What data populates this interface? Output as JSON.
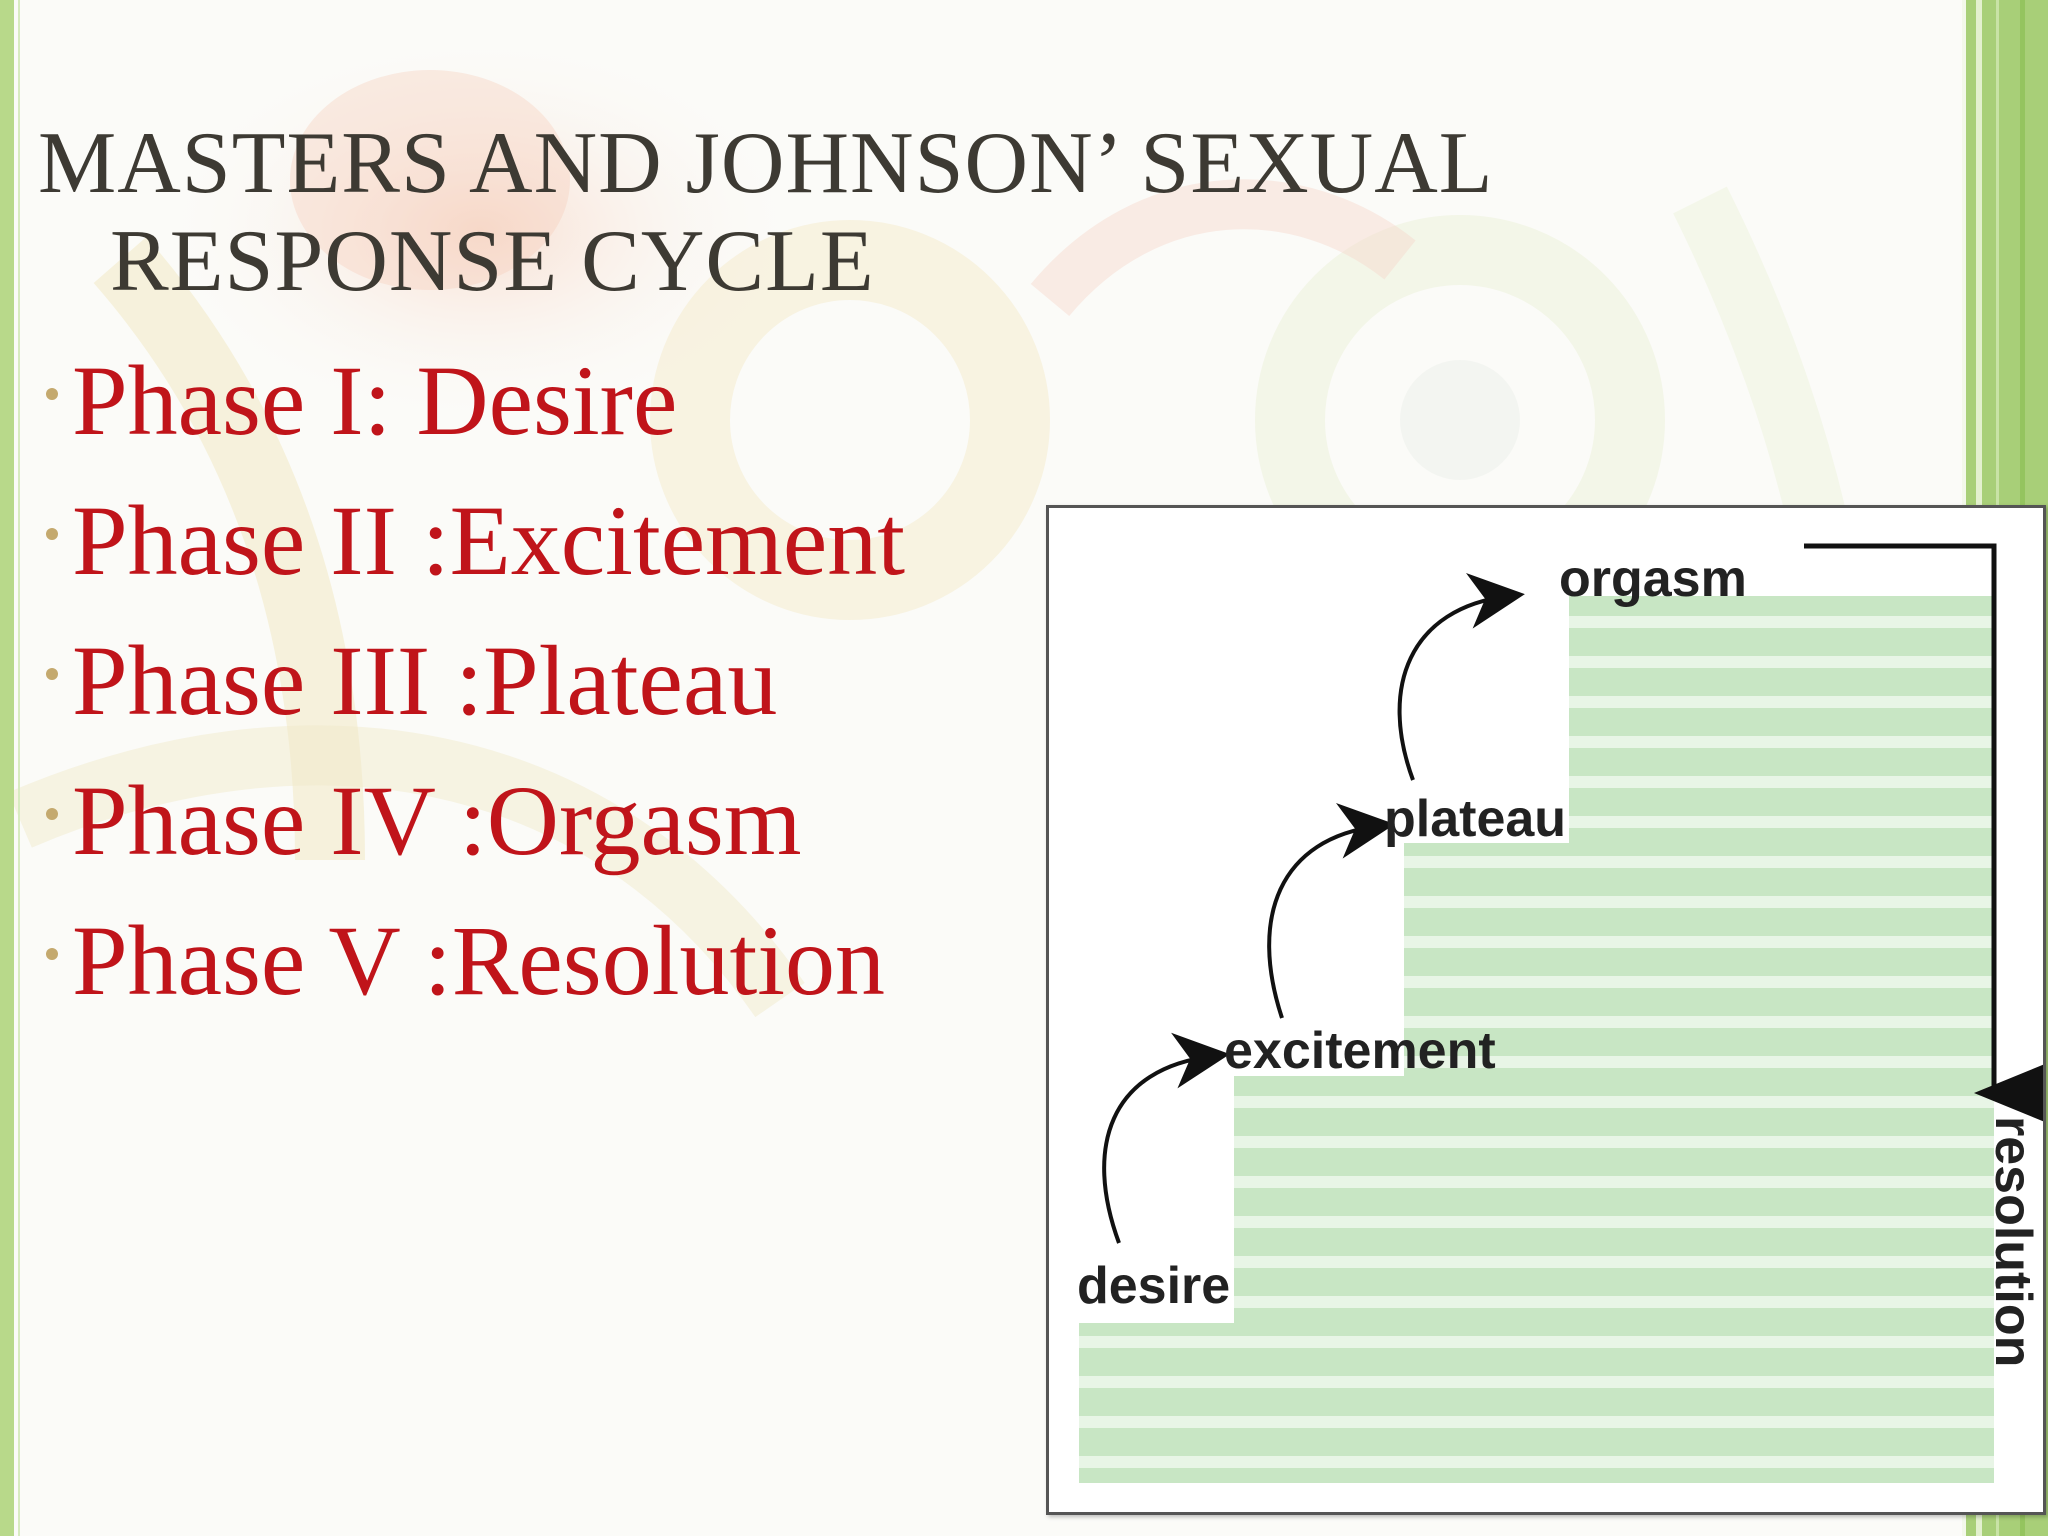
{
  "slide": {
    "title_line1": "MASTERS AND JOHNSON’ SEXUAL",
    "title_line2": "RESPONSE CYCLE",
    "phases": [
      "Phase I: Desire",
      "Phase II :Excitement",
      "Phase III :Plateau",
      "Phase IV :Orgasm",
      "Phase V :Resolution"
    ]
  },
  "diagram": {
    "steps": [
      "desire",
      "excitement",
      "plateau",
      "orgasm"
    ],
    "return_label": "resolution"
  },
  "colors": {
    "title": "#3d3a33",
    "phase_text": "#c0141a",
    "bullet": "#c4a96e",
    "step_fill": "#c8e6c4",
    "step_stripe": "#e8f5e6",
    "border_green": "#a8cf78"
  }
}
